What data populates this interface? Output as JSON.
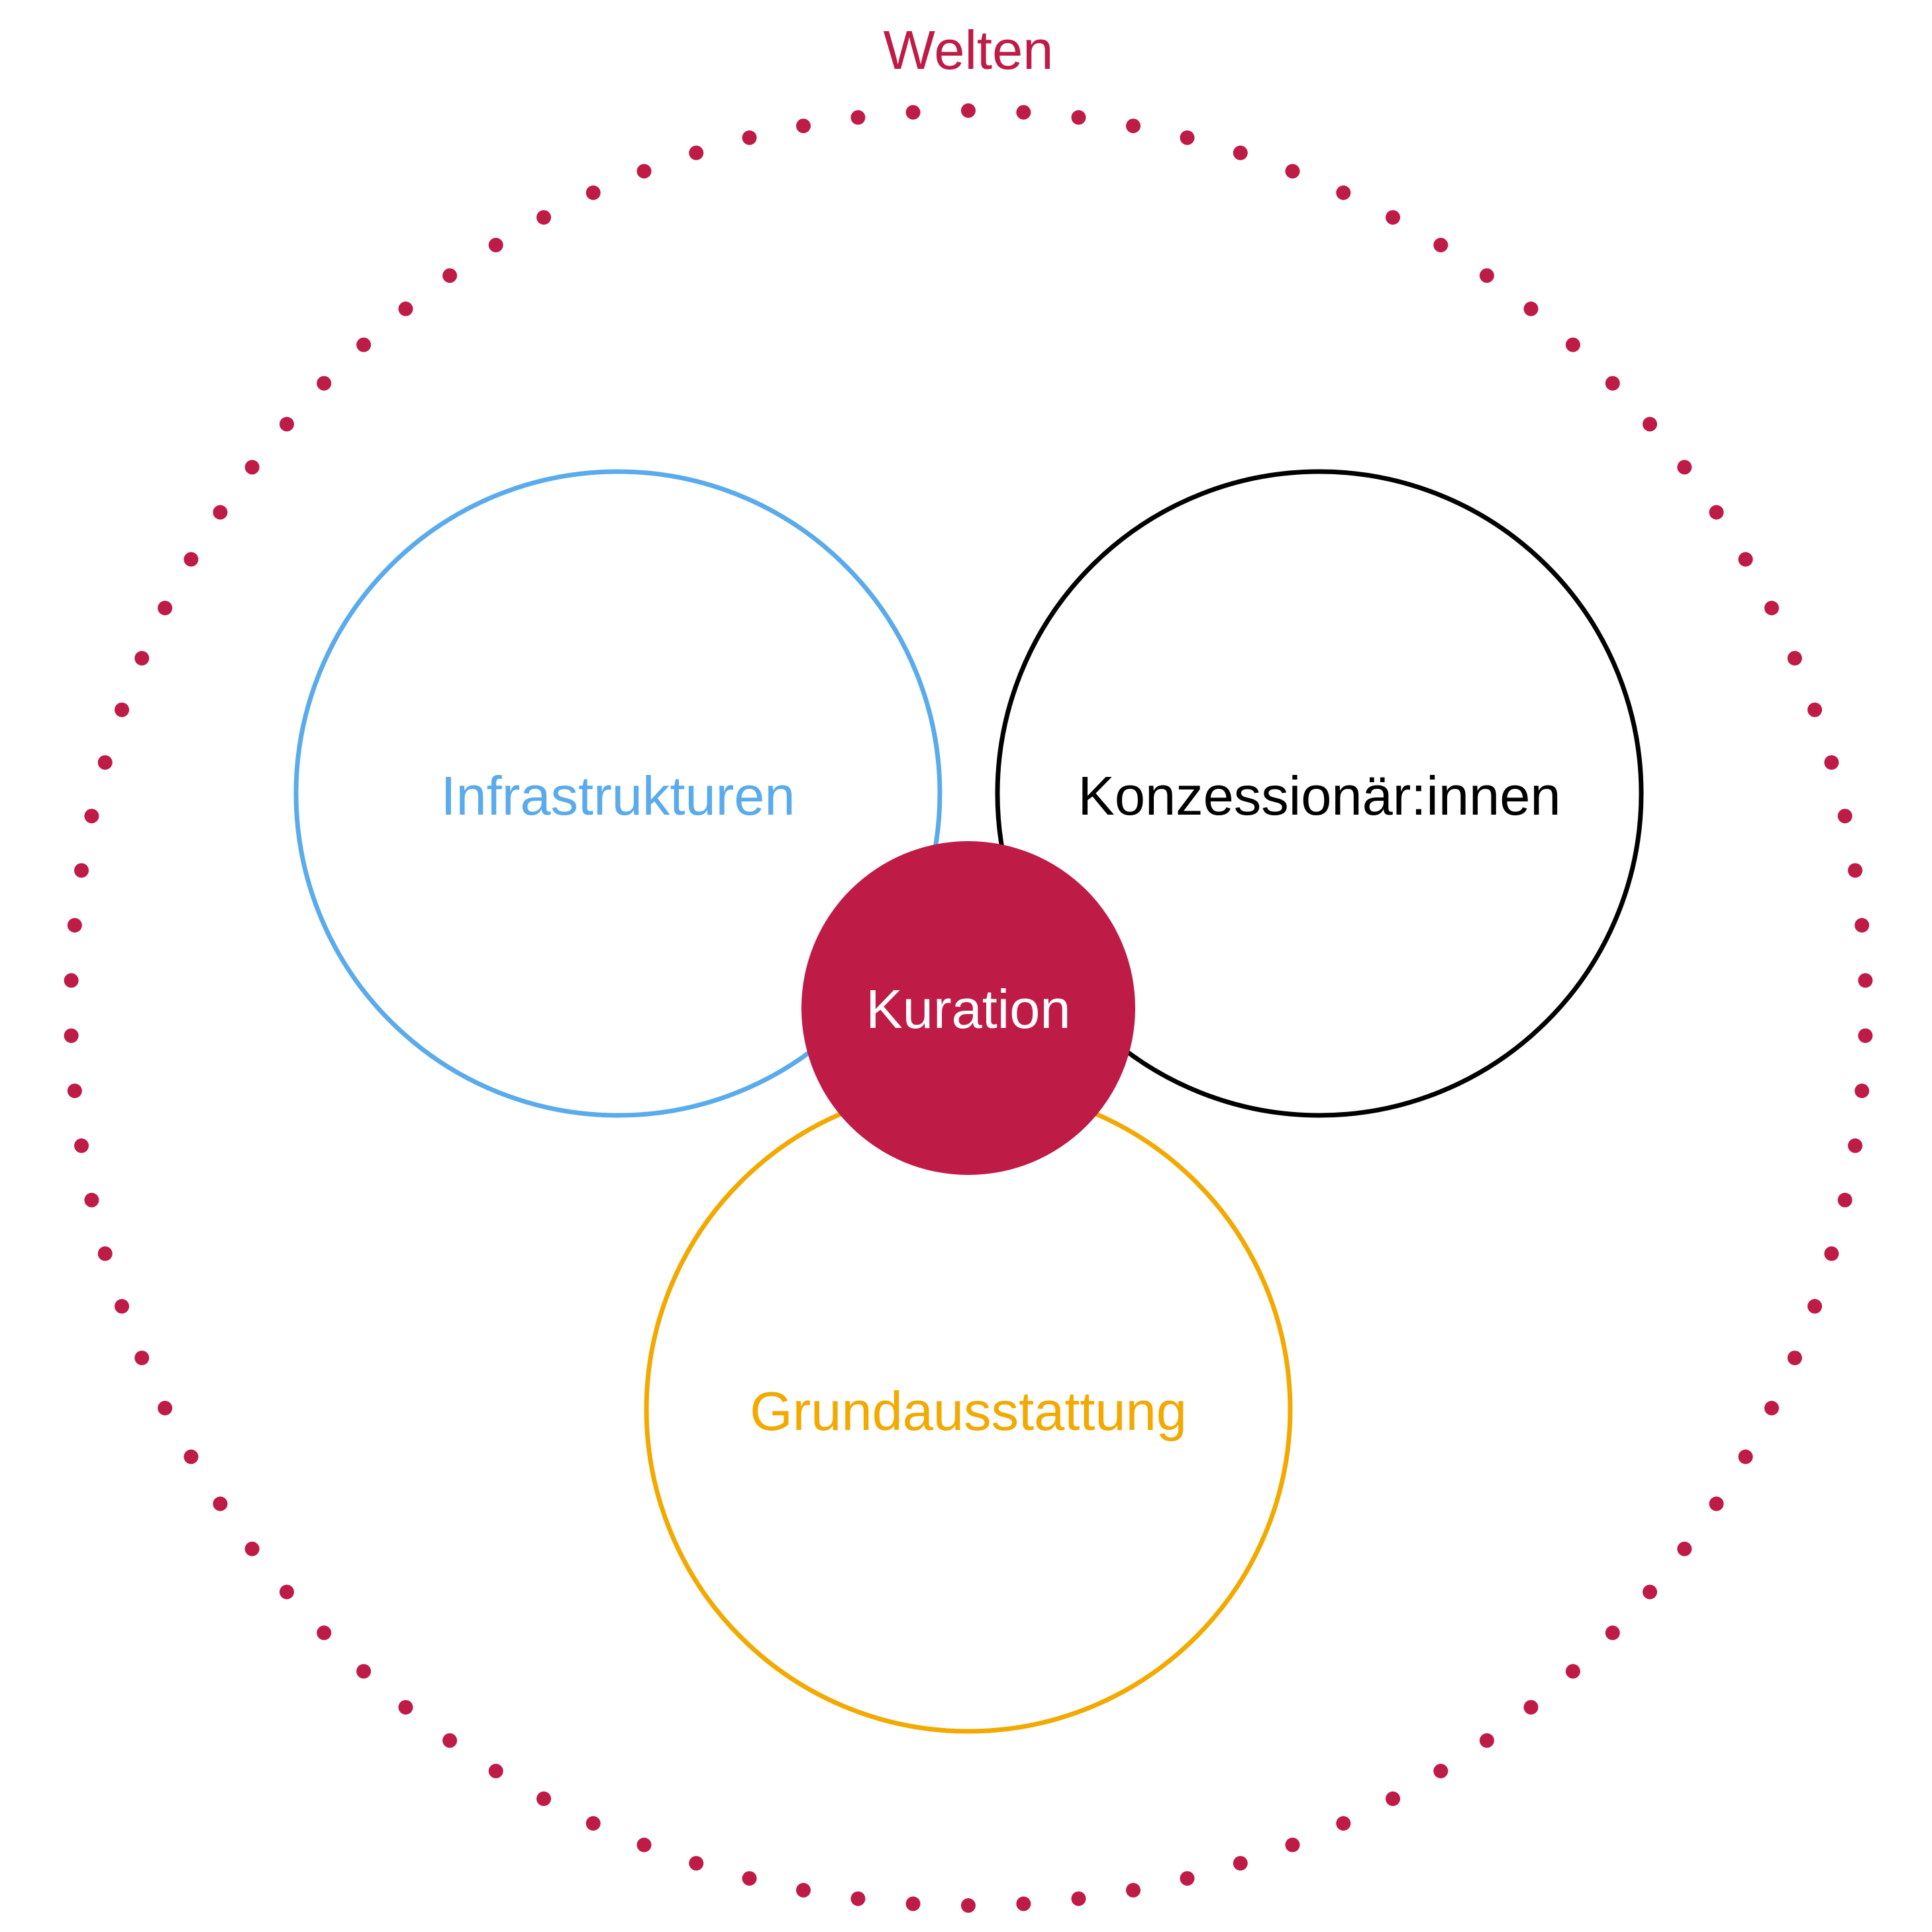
{
  "diagram": {
    "outer_label": "Welten",
    "circles": {
      "infrastructure": {
        "label": "Infrastrukturen",
        "color": "#5aabec"
      },
      "concessionaires": {
        "label": "Konzessionär:innen",
        "color": "#000000"
      },
      "equipment": {
        "label": "Grundausstattung",
        "color": "#f2a900"
      }
    },
    "center": {
      "label": "Kuration",
      "fill": "#be1b47",
      "text_color": "#ffffff"
    },
    "dotted_ring_color": "#be1b47"
  }
}
